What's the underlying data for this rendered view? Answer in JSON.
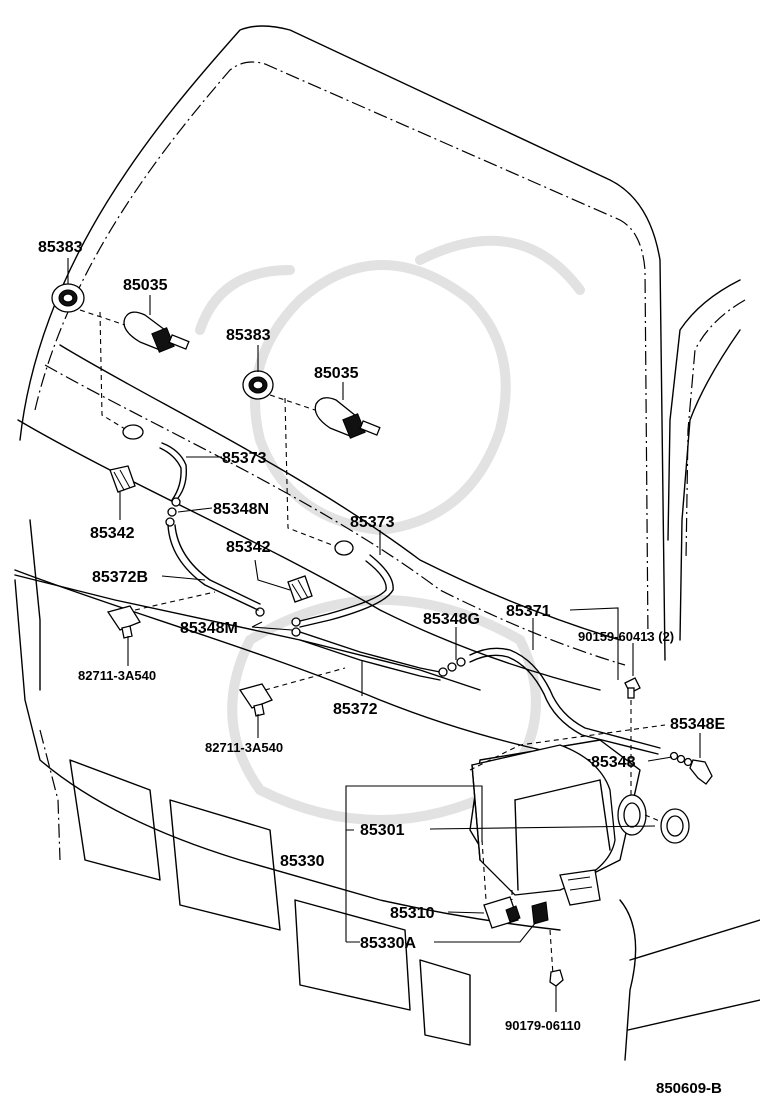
{
  "callouts": {
    "c85383_a": "85383",
    "c85035_a": "85035",
    "c85383_b": "85383",
    "c85035_b": "85035",
    "c85373_a": "85373",
    "c85348N": "85348N",
    "c85342_a": "85342",
    "c85373_b": "85373",
    "c85342_b": "85342",
    "c85372B": "85372B",
    "c85348M": "85348M",
    "c85348G": "85348G",
    "c85371": "85371",
    "c90159": "90159-60413 (2)",
    "c82711_a": "82711-3A540",
    "c85372": "85372",
    "c82711_b": "82711-3A540",
    "c85348E": "85348E",
    "c85348": "85348",
    "c85301": "85301",
    "c85330": "85330",
    "c85310": "85310",
    "c85330A": "85330A",
    "c90179": "90179-06110"
  },
  "diagram_ref": "850609-B"
}
